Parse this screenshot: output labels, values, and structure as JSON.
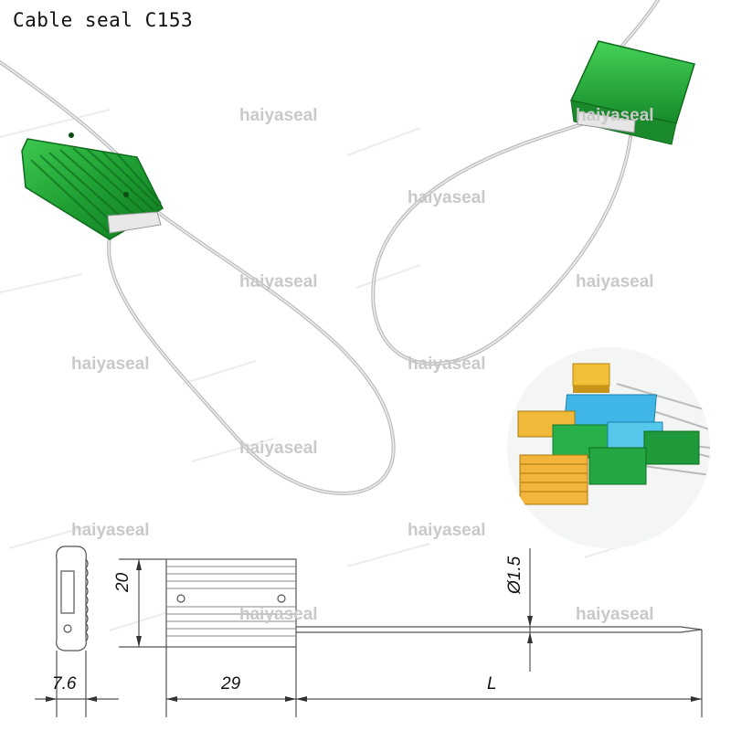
{
  "title": "Cable seal C153",
  "watermark": "haiyaseal",
  "dimensions": {
    "body_thickness": "7.6",
    "body_length": "29",
    "height": "20",
    "cable_diameter": "Ø1.5",
    "cable_length": "L"
  },
  "colors": {
    "seal_green": "#22a83a",
    "seal_dark": "#137b25",
    "cable": "#c8c8c8"
  }
}
